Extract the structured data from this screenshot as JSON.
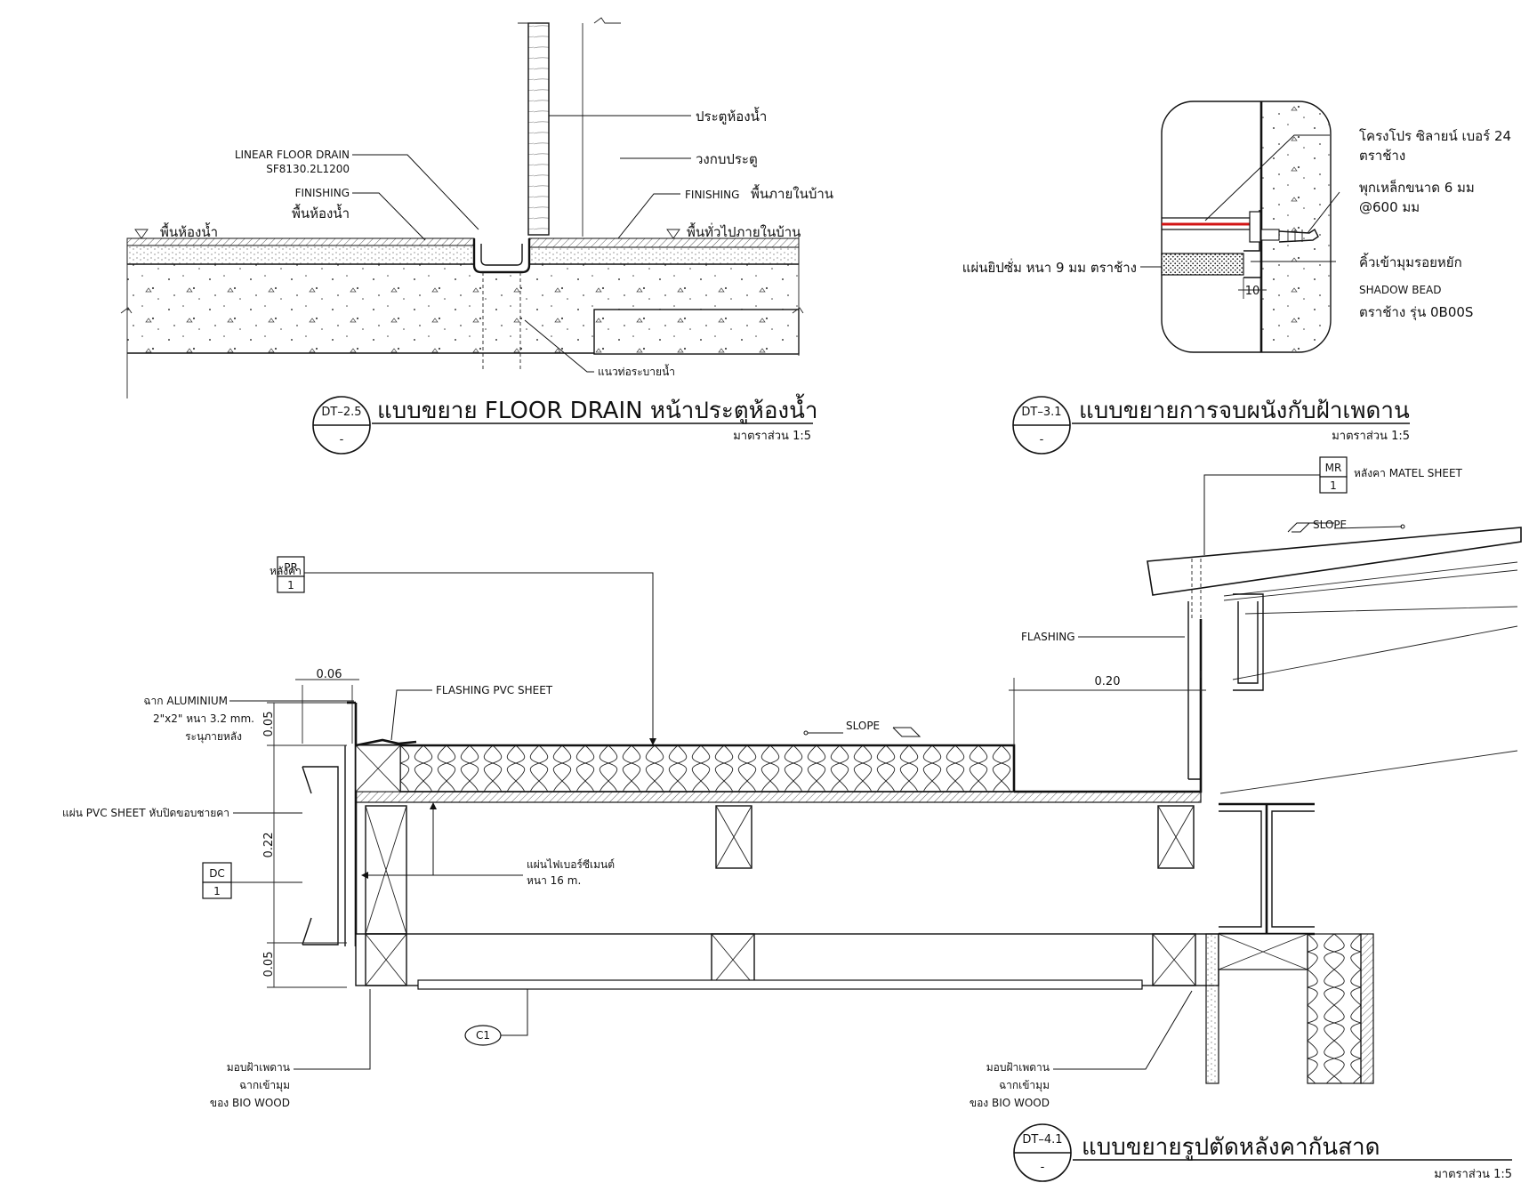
{
  "dt25": {
    "title": "แบบขยาย FLOOR DRAIN  หน้าประตูห้องน้ำ",
    "tag": "DT–2.5",
    "sheet": "-",
    "scale": "มาตราส่วน 1:5",
    "labels": {
      "door": "ประตูห้องน้ำ",
      "door_frame": "วงกบประตู",
      "drain_name": "LINEAR FLOOR DRAIN",
      "drain_model": "SF8130.2L1200",
      "finishing_left": "FINISHING",
      "finishing_left_thai": "พื้นห้องน้ำ",
      "finishing_right": "FINISHING",
      "finishing_right_thai": "พื้นภายในบ้าน",
      "level_left": "พื้นห้องน้ำ",
      "level_right": "พื้นทั่วไปภายในบ้าน",
      "drain_line": "แนวท่อระบายน้ำ"
    }
  },
  "dt31": {
    "title": "แบบขยายการจบผนังกับฝ้าเพดาน",
    "tag": "DT–3.1",
    "sheet": "-",
    "scale": "มาตราส่วน 1:5",
    "labels": {
      "frame_1": "โครงโปร ซิลายน์ เบอร์ 24",
      "frame_2": "ตราช้าง",
      "anchor_1": "พุกเหล็กขนาด 6 มม",
      "anchor_2": "@600 มม",
      "gypsum": "แผ่นยิปซั่ม หนา 9 มม ตราช้าง",
      "bead_thai": "คิ้วเข้ามุมรอยหยัก",
      "bead_en": "SHADOW BEAD",
      "bead_brand": "ตราช้าง รุ่น 0B00S",
      "dim": "10"
    }
  },
  "dt41": {
    "title": "แบบขยายรูปตัดหลังคากันสาด",
    "tag": "DT–4.1",
    "sheet": "-",
    "scale": "มาตราส่วน 1:5",
    "labels": {
      "mr_tag": "MR",
      "mr_num": "1",
      "metal_sheet": "หลังคา MATEL SHEET",
      "slope_top": "SLOPE",
      "slope_mid": "SLOPE",
      "pr_tag": "PR",
      "pr_num": "1",
      "pr_text": "หลังคา",
      "flashing": "FLASHING",
      "flashing_pvc": "FLASHING PVC SHEET",
      "alu_1": "ฉาก ALUMINIUM",
      "alu_2": "2\"x2\" หนา 3.2 mm.",
      "alu_3": "ระนุภายหลัง",
      "pvc_cover": "แผ่น PVC SHEET หับปิดขอบชายคา",
      "dc_tag": "DC",
      "dc_num": "1",
      "fiber_1": "แผ่นไฟเบอร์ซีเมนต์",
      "fiber_2": "หนา 16 m.",
      "c1": "C1",
      "trim_l1": "มอบฝ้าเพดาน",
      "trim_l2": "ฉากเข้ามุม",
      "trim_l3": "ของ BIO WOOD",
      "trim_r1": "มอบฝ้าเพดาน",
      "trim_r2": "ฉากเข้ามุม",
      "trim_r3": "ของ BIO WOOD",
      "dim_006": "0.06",
      "dim_005a": "0.05",
      "dim_022": "0.22",
      "dim_005b": "0.05",
      "dim_020": "0.20"
    }
  }
}
